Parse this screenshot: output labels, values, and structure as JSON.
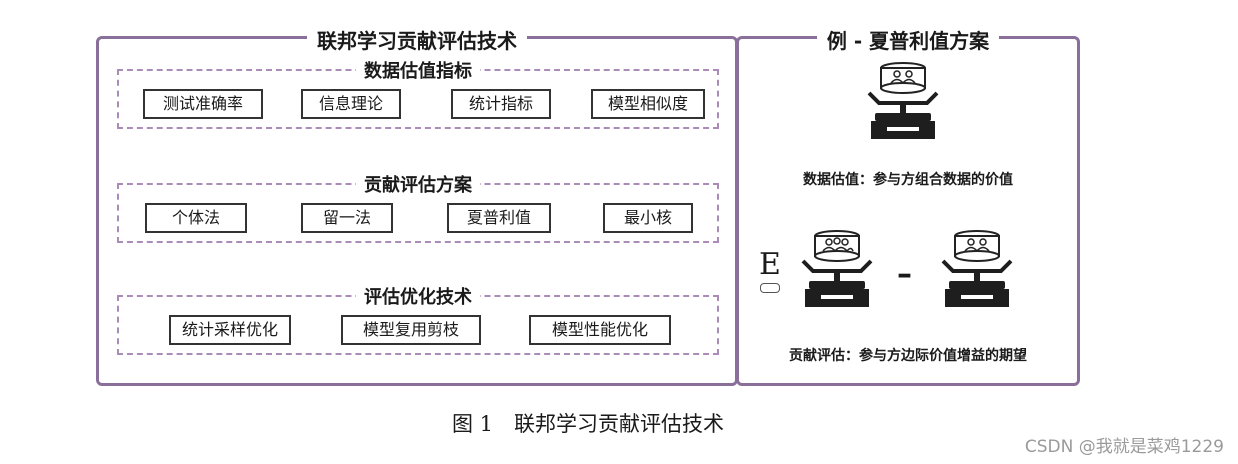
{
  "left_panel": {
    "title": "联邦学习贡献评估技术",
    "sections": [
      {
        "title": "数据估值指标",
        "items": [
          "测试准确率",
          "信息理论",
          "统计指标",
          "模型相似度"
        ]
      },
      {
        "title": "贡献评估方案",
        "items": [
          "个体法",
          "留一法",
          "夏普利值",
          "最小核"
        ]
      },
      {
        "title": "评估优化技术",
        "items": [
          "统计采样优化",
          "模型复用剪枝",
          "模型性能优化"
        ]
      }
    ]
  },
  "right_panel": {
    "title": "例 - 夏普利值方案",
    "data_valuation_text": "数据估值：参与方组合数据的价值",
    "expectation_symbol": "E",
    "minus_sign": "–",
    "contribution_text": "贡献评估：参与方边际价值增益的期望"
  },
  "caption": "图 1　联邦学习贡献评估技术",
  "watermark": "CSDN @我就是菜鸡1229",
  "colors": {
    "panel_border": "#8a6f9a",
    "dashed_border": "#a98db8"
  },
  "icons": [
    "people-group-icon",
    "scale-icon"
  ]
}
